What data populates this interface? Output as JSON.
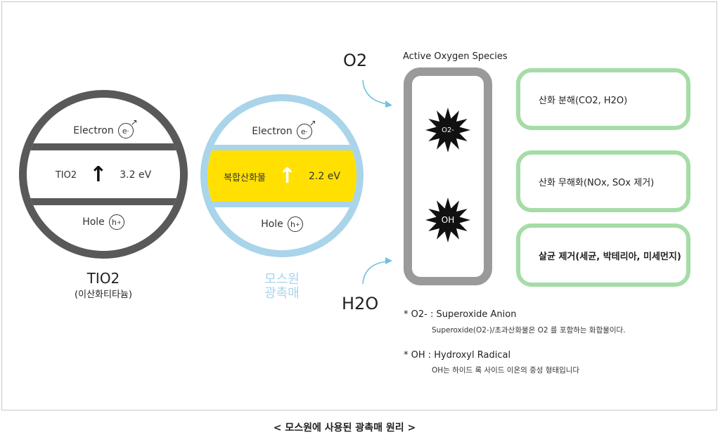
{
  "tio2": {
    "electron_label": "Electron",
    "electron_symbol": "e",
    "electron_charge": "-",
    "center_label": "TIO2",
    "energy": "3.2 eV",
    "hole_label": "Hole",
    "hole_symbol": "h",
    "hole_charge": "+",
    "caption_title": "TIO2",
    "caption_sub": "(이산화티타늄)"
  },
  "mosuwon": {
    "electron_label": "Electron",
    "electron_symbol": "e",
    "electron_charge": "-",
    "center_label": "복합산화물",
    "energy": "2.2 eV",
    "hole_label": "Hole",
    "hole_symbol": "h",
    "hole_charge": "+",
    "caption_line1": "모스원",
    "caption_line2": "광촉매"
  },
  "inputs": {
    "o2": "O2",
    "h2o": "H2O"
  },
  "active_oxygen": {
    "title": "Active Oxygen Species",
    "species_1": "O2-",
    "species_2": "OH"
  },
  "effects": [
    "산화 분해(CO2, H2O)",
    "산화 무해화(NOx, SOx 제거)",
    "살균 제거(세균, 박테리아, 미세먼지)"
  ],
  "notes": [
    {
      "heading": "* O2- : Superoxide Anion",
      "detail": "Superoxide(O2-)/초과산화물은 O2  를 포함하는 화합물이다."
    },
    {
      "heading": "* OH : Hydroxyl Radical",
      "detail": "OH는 하이드 록 사이드 이온의 중성 형태입니다"
    }
  ],
  "caption": "< 모스원에 사용된 광촉매 원리 >",
  "colors": {
    "tio2_ring": "#595959",
    "mosuwon_ring": "#a9d4ea",
    "mosuwon_band": "#ffe000",
    "chamber": "#9a9a9a",
    "card_border": "#a6dca6",
    "arrow": "#6ec1df"
  }
}
